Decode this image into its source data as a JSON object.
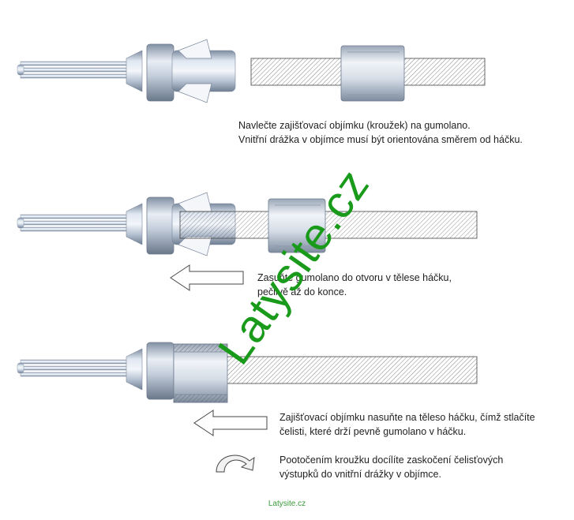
{
  "step1": {
    "line1": "Navlečte zajišťovací objímku (kroužek) na gumolano.",
    "line2": "Vnitřní drážka v objímce musí být orientována směrem od háčku."
  },
  "step2": {
    "line1": "Zasuňte gumolano do otvoru v tělese háčku,",
    "line2": "pečlivě až do konce."
  },
  "step3": {
    "line1": "Zajišťovací objímku nasuňte na těleso háčku, čímž stlačíte",
    "line2": "čelisti, které drží pevně gumolano v háčku."
  },
  "step4": {
    "line1": "Pootočením kroužku docílíte zaskočení čelisťových",
    "line2": "výstupků do vnitřní drážky v objímce."
  },
  "watermark": "Latysite.cz",
  "footer": "Latysite.cz",
  "colors": {
    "metal_light": "#e8eef6",
    "metal_mid": "#b7c3d3",
    "metal_dark": "#6f7f93",
    "rope_hatch": "#555555",
    "watermark": "#1a9a1a",
    "footer": "#3a9a3a"
  },
  "icons": [
    "arrow-left-icon",
    "rotate-arrow-icon"
  ]
}
